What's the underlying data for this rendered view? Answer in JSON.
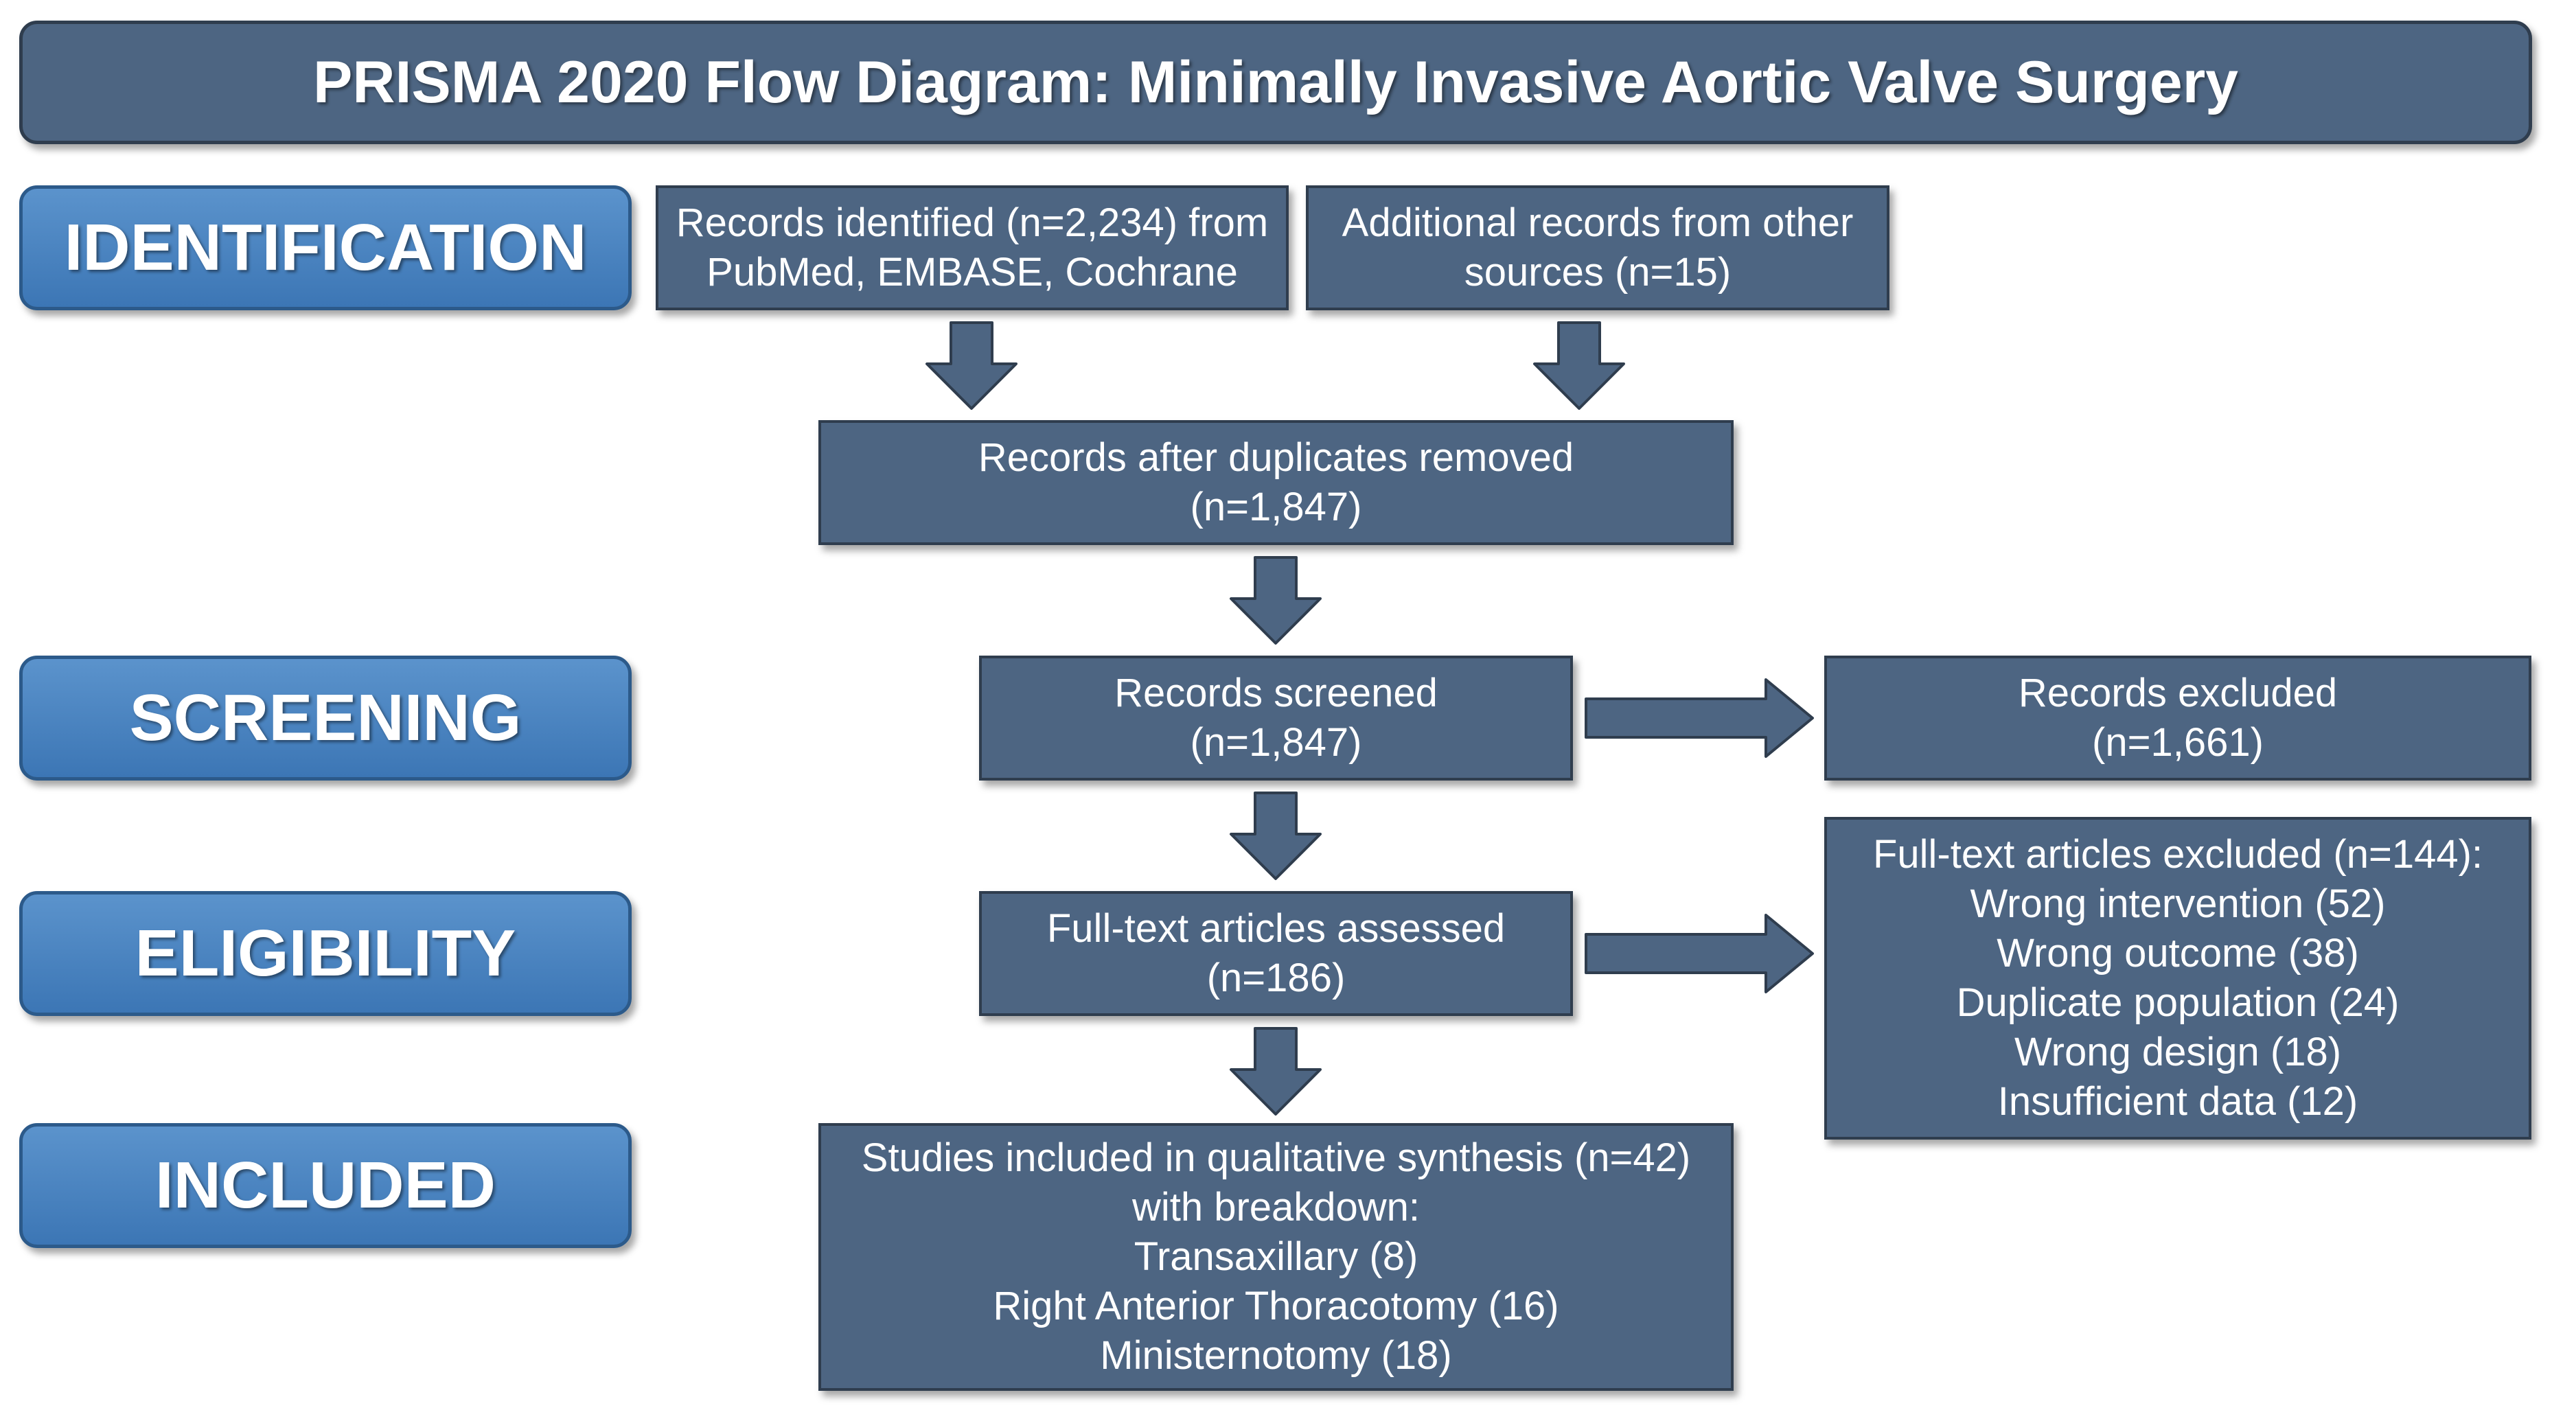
{
  "title": "PRISMA 2020 Flow Diagram: Minimally Invasive Aortic Valve Surgery",
  "stages": {
    "identification": "IDENTIFICATION",
    "screening": "SCREENING",
    "eligibility": "ELIGIBILITY",
    "included": "INCLUDED"
  },
  "boxes": {
    "records_identified": [
      "Records identified (n=2,234) from",
      "PubMed, EMBASE, Cochrane"
    ],
    "additional_records": [
      "Additional records from other",
      "sources (n=15)"
    ],
    "after_duplicates": [
      "Records after duplicates removed",
      "(n=1,847)"
    ],
    "screened": [
      "Records screened",
      "(n=1,847)"
    ],
    "excluded": [
      "Records excluded",
      "(n=1,661)"
    ],
    "fulltext_assessed": [
      "Full-text articles assessed",
      "(n=186)"
    ],
    "fulltext_excluded": [
      "Full-text articles excluded (n=144):",
      "Wrong intervention (52)",
      "Wrong outcome (38)",
      "Duplicate population (24)",
      "Wrong design (18)",
      "Insufficient data (12)"
    ],
    "studies_included": [
      "Studies included in qualitative synthesis (n=42)",
      "with breakdown:",
      "Transaxillary (8)",
      "Right Anterior Thoracotomy (16)",
      "Ministernotomy (18)"
    ]
  }
}
